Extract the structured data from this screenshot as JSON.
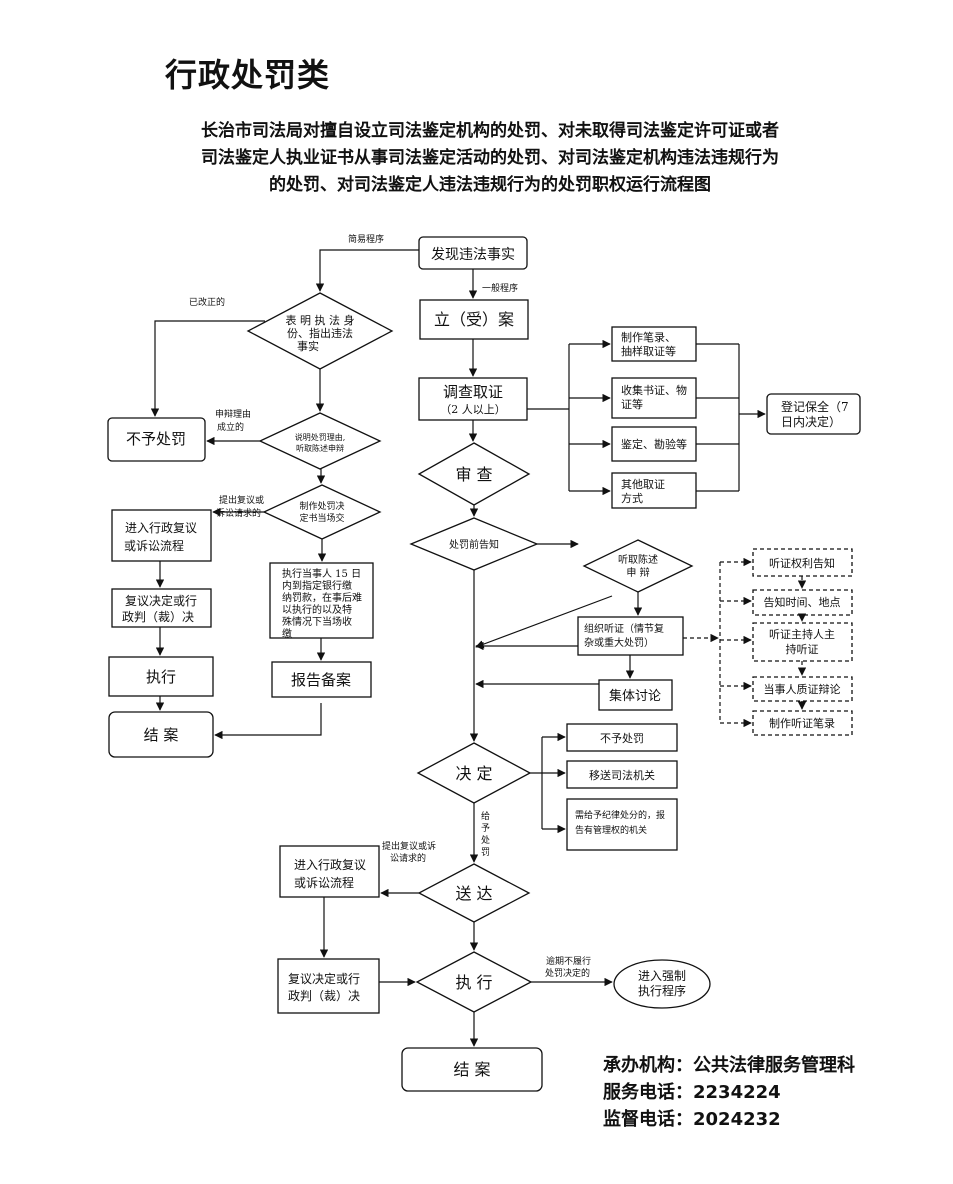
{
  "heading": "行政处罚类",
  "subtitle_lines": [
    "长治市司法局对擅自设立司法鉴定机构的处罚、对未取得司法鉴定许可证或者",
    "司法鉴定人执业证书从事司法鉴定活动的处罚、对司法鉴定机构违法违规行为",
    "的处罚、对司法鉴定人违法违规行为的处罚职权运行流程图"
  ],
  "nodes": {
    "discover": "发现违法事实",
    "file_case": "立（受）案",
    "investigate": [
      "调查取证",
      "（2 人以上）"
    ],
    "review": "审 查",
    "pre_notice": "处罚前告知",
    "decide": "决 定",
    "deliver": "送 达",
    "execute": "执 行",
    "close": "结 案",
    "show_id": [
      "表 明 执 法 身",
      "份、指出违法",
      "事实"
    ],
    "no_penalty_left": "不予处罚",
    "explain_reason": [
      "说明处罚理由,",
      "听取陈述申辩"
    ],
    "make_decision": [
      "制作处罚决",
      "定书当场交"
    ],
    "enter_review_left": [
      "进入行政复议",
      "或诉讼流程"
    ],
    "review_decision_left": [
      "复议决定或行",
      "政判（裁）决"
    ],
    "execute_left": "执行",
    "close_left": "结 案",
    "pay_fine": [
      "执行当事人 15 日",
      "内到指定银行缴",
      "纳罚款，在事后难",
      "以执行的以及特",
      "殊情况下当场收",
      "缴"
    ],
    "report_file": "报告备案",
    "evidence_items": [
      [
        "制作笔录、",
        "抽样取证等"
      ],
      [
        "收集书证、物",
        "证等"
      ],
      [
        "鉴定、勘验等"
      ],
      [
        "其他取证",
        "方式"
      ]
    ],
    "register_preserve": [
      "登记保全（7",
      "日内决定）"
    ],
    "hear_statement": [
      "听取陈述",
      "申 辩"
    ],
    "organize_hearing": [
      "组织听证（情节复",
      "杂或重大处罚）"
    ],
    "group_discussion": "集体讨论",
    "hearing_steps": [
      "听证权利告知",
      "告知时间、地点",
      "听证主持人主",
      "持听证",
      "当事人质证辩论",
      "制作听证笔录"
    ],
    "outcomes": [
      "不予处罚",
      "移送司法机关"
    ],
    "discipline": [
      "需给予纪律处分的，报",
      "告有管理权的机关"
    ],
    "enter_review_bottom": [
      "进入行政复议",
      "或诉讼流程"
    ],
    "review_decision_bottom": [
      "复议决定或行",
      "政判（裁）决"
    ],
    "enforce": [
      "进入强制",
      "执行程序"
    ]
  },
  "edge_labels": {
    "simple": "简易程序",
    "general": "一般程序",
    "corrected": "已改正的",
    "defense_valid": [
      "申辩理由",
      "成立的"
    ],
    "appeal_left": [
      "提出复议或",
      "诉讼请求的"
    ],
    "give_penalty": [
      "给",
      "予",
      "处",
      "罚"
    ],
    "appeal_bottom": [
      "提出复议或诉",
      "讼请求的"
    ],
    "overdue": [
      "逾期不履行",
      "处罚决定的"
    ]
  },
  "footer": {
    "org_label": "承办机构：",
    "org": "公共法律服务管理科",
    "service_label": "服务电话：",
    "service": "2234224",
    "supervise_label": "监督电话：",
    "supervise": "2024232"
  }
}
